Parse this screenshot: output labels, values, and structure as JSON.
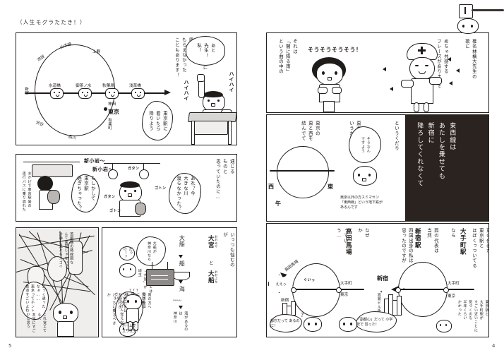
{
  "spread": {
    "chapter_title": "（人生モグラたたき！）",
    "left_folio": "5",
    "right_folio": "4"
  },
  "ornament": {
    "hammer_icon": "hammer-icon",
    "peek_face_icon": "peeking-face-icon"
  },
  "page_left": {
    "panel1": {
      "narration_right": "私を乗せた\nJR総武線に\n東京で\n降ろして\nもらえなかった\nこともあります！",
      "balloon_student": "あと\n先生！\n私！",
      "sfx_teacher": "ハイハイ",
      "balloon_think": "東京駅に\n着いたら\n降りよう",
      "loop_labels": {
        "line_name": "山手線",
        "shinjuku": "新宿",
        "ikebukuro": "池袋",
        "ueno": "上野",
        "suidobashi": "水道橋",
        "ochanomizu": "御茶ノ水",
        "akihabara": "秋葉原",
        "kanda_town": "神田",
        "asakusabashi": "浅草橋",
        "tokyo": "東京",
        "yurakucho": "有楽町",
        "shinagawa": "品川",
        "shibuya": "渋谷"
      }
    },
    "panel2": {
      "narration_right": "全ての\nJR線は\n東京駅へと\n通じる\nものと\n思っていたのに…",
      "sfx_announce_1": "新小岩〜",
      "sfx_announce_2": "新小岩〜",
      "balloon_left": "おかげで東京駅発の\n夜行バスに乗り遅れた",
      "balloon_maybe": "もしかして\n東京駅\n過ぎちゃった？",
      "balloon_river": "あれ？今\n大きな川\n渡らなかった？",
      "sfx_train_1": "ガタン",
      "sfx_train_2": "ガタン",
      "sfx_train_3": "ゴトン",
      "sfx_train_4": "ゴトン"
    },
    "panel3": {
      "balloon_map": "よっく通った\nなぁ……\n東京ってホント\n鉄道すごいよね！",
      "side_note_left": "首都圏の路線図な\nんて異常じゃない？\n冷静に見たらスゴイ",
      "side_note_bottom": "これ覚えてる人\n本当にすごいと思う"
    },
    "panel4": {
      "headline_lead": "あと電車で\nいっつも悩むのが",
      "headline_a": "大宮",
      "headline_a_ruby": "おおみや",
      "headline_conj": "と",
      "headline_b": "大船",
      "headline_b_ruby": "おおふな",
      "chain": {
        "top": "大船",
        "mid": "船",
        "low": "海",
        "note": "海があるのは\n神奈川"
      },
      "balloon_ofuna": "大船が\n神奈川なら",
      "balloon_small": "だっ\nけ！？",
      "balloon_omiya": "ということは\n「大宮」が\n埼玉",
      "balloon_every": "毎回毎回\nこうやって\n思い出して\nます\nいいかげん覚えなさい",
      "note_platform": "大宮行きと\n大船行き\nどっちに乗るべきか",
      "note_stand": "ホームで\n立ち往生！",
      "note_which": "南の方へ\n行きたい",
      "question_mark": "？？？"
    }
  },
  "page_right": {
    "panel1": {
      "narration_1": "椎名林檎大先生の\n歌に",
      "narration_2": "めちゃ共感する\nフレーズがありまして",
      "narration_3": "それは\n「闇に降る雨」\nという曲の中の",
      "sfx": "そうそうそうそう！"
    },
    "panel2_dark": {
      "lyric": "東西線は\nあたしを乗せても\n新宿に\n降ろしてくれなくて"
    },
    "panel2_light": {
      "narration_tozai": "東西線って\nいうからには",
      "narration_paste": "東京の\n東と西を\n結んでて",
      "narration_kudari": "というくだり",
      "balloon_sounan": "そうなん\nですよう",
      "footnote": "東京以外の方スミマセン\n「東西線」という地下鉄が\nあるんです",
      "compass_west": "西",
      "compass_east": "東",
      "compass_south": "午"
    },
    "panel3": {
      "col_east": "東の代表が\n東京駅と\nほぼくっついてる",
      "col_east_station": "大手町駅",
      "col_east_tail": "なら",
      "col_west": "西の代表は\n当然",
      "col_west_station": "新宿駅",
      "col_west_tail": "だろうと\n四国出身の私は\n思ったのですが",
      "col_why": "なぜか",
      "col_why_station": "高田馬場",
      "col_why_tail": "っていう…",
      "map_left": {
        "takadanobaba": "高田馬場",
        "shinjuku": "新宿",
        "otemachi": "大手町",
        "tokyo": "東京",
        "sfx_swerve": "ぐいっ",
        "burst": "ええっ"
      },
      "map_right": {
        "shinjuku": "新宿",
        "otemachi": "大手町",
        "tokyo": "東京",
        "subcenter": "高層ビル街"
      },
      "balloon_tocho": "都庁だって\nあるのに！",
      "balloon_question": "？",
      "balloon_fukutoshin": "「副都心」だって\n小学校で\n習った！",
      "note_right": "東京駅と\n大手町駅が\nすごい近いことに\n気づくのも\n半年くらい\nかかった"
    }
  }
}
